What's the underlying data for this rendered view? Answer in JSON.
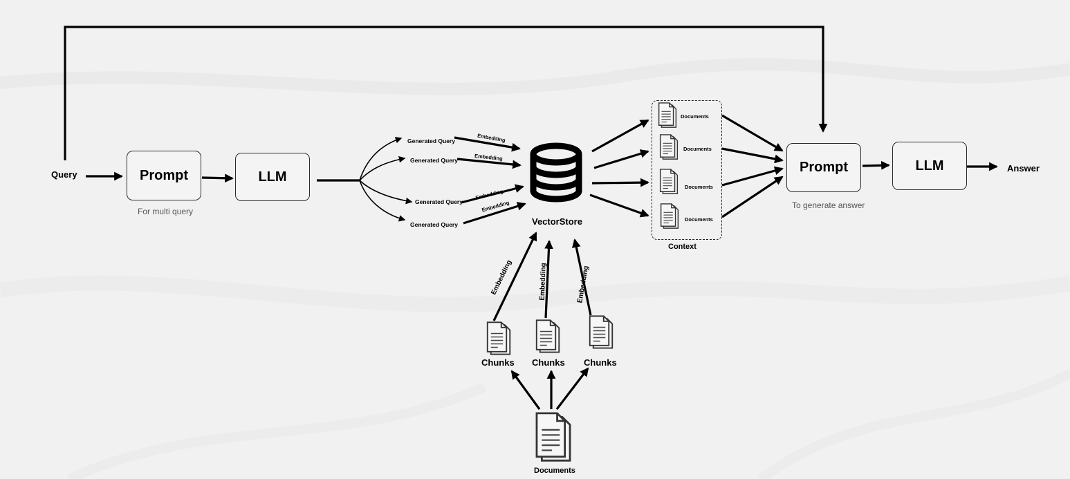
{
  "query_label": "Query",
  "prompt1": {
    "title": "Prompt",
    "caption": "For multi query"
  },
  "llm1": {
    "title": "LLM"
  },
  "generated_queries": [
    "Generated Query",
    "Generated Query",
    "Generated Query",
    "Generated Query"
  ],
  "query_embedding_labels": [
    "Embedding",
    "Embedding",
    "Embedding",
    "Embedding"
  ],
  "vectorstore_label": "VectorStore",
  "context": {
    "title": "Context",
    "documents": [
      "Documents",
      "Documents",
      "Documents",
      "Documents"
    ]
  },
  "prompt2": {
    "title": "Prompt",
    "caption": "To generate answer"
  },
  "llm2": {
    "title": "LLM"
  },
  "answer_label": "Answer",
  "chunks": [
    "Chunks",
    "Chunks",
    "Chunks"
  ],
  "chunk_embedding_labels": [
    "Embedding",
    "Embedding",
    "Embedding"
  ],
  "documents_source_label": "Documents",
  "icons": {
    "database": "database-icon",
    "document": "document-icon",
    "documents_stack": "documents-stack-icon"
  },
  "colors": {
    "background": "#f1f1f1",
    "stroke": "#000000",
    "box_fill": "#f4f4f4"
  }
}
